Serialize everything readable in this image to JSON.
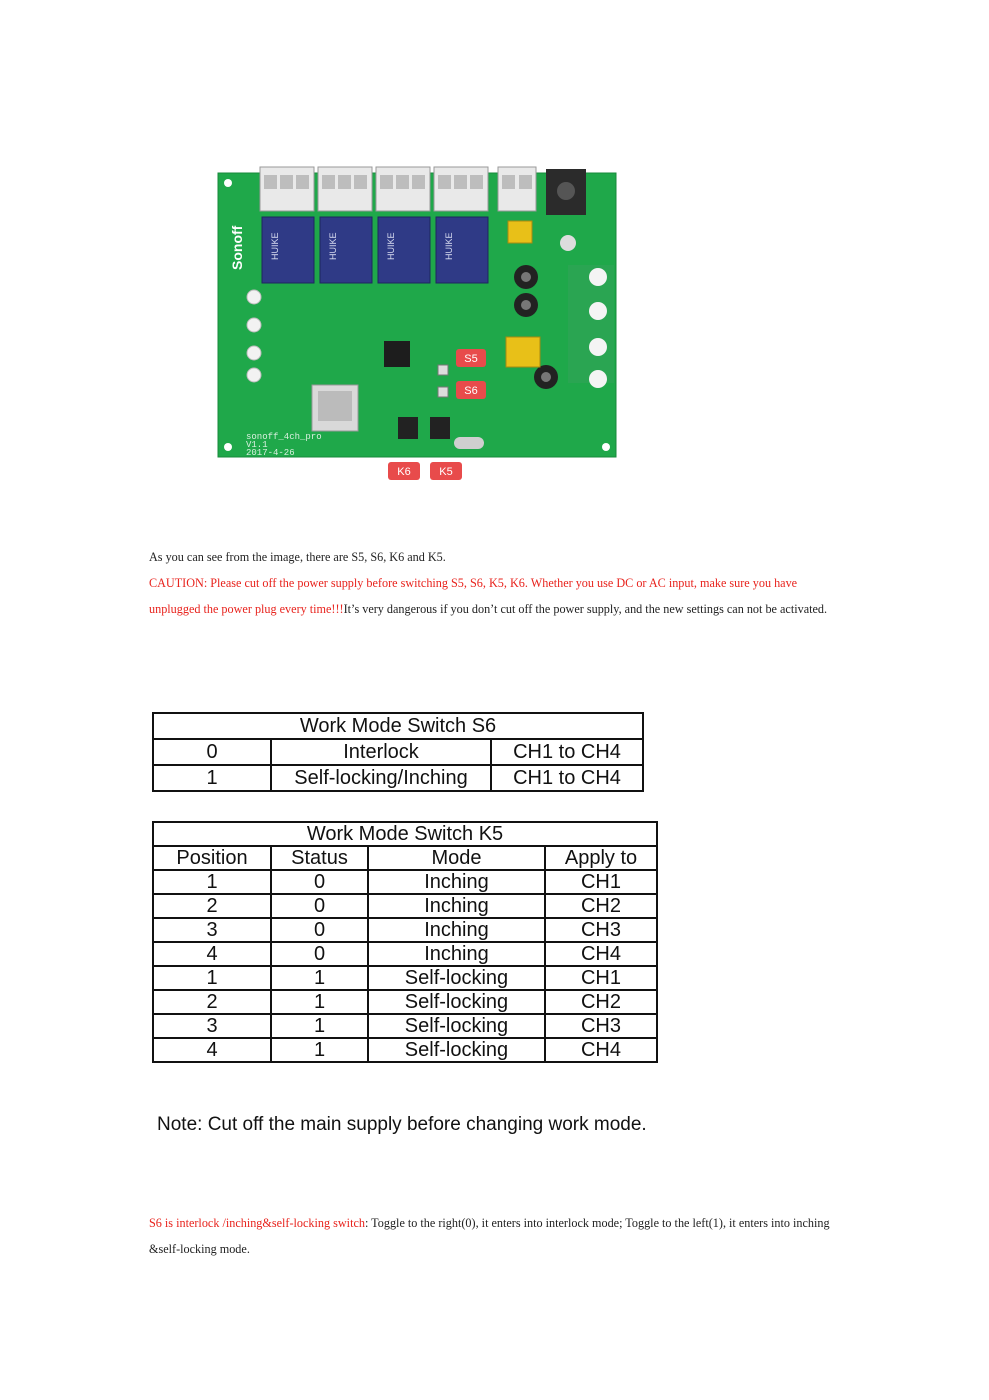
{
  "board": {
    "switch_labels": {
      "s5": "S5",
      "s6": "S6",
      "k6": "K6",
      "k5": "K5"
    },
    "brand": "Sonoff",
    "silkscreen": [
      "sonoff_4ch_pro",
      "V1.1",
      "2017-4-26"
    ],
    "relay_text": "HUIKE",
    "colors": {
      "pcb": "#1fa84a",
      "callout": "#e84b4b",
      "relay": "#2f3a86"
    }
  },
  "paragraph1": "As you can see from the image, there are S5, S6, K6 and K5.",
  "paragraph2": {
    "caution": "CAUTION: Please cut off the power supply before switching S5, S6, K5, K6. Whether you use DC or AC input, make sure you have unplugged the power plug every time!!!",
    "rest": "It’s very dangerous if you don’t cut off the power supply, and the new settings can not be activated."
  },
  "table_s6": {
    "title": "Work Mode Switch S6",
    "rows": [
      [
        "0",
        "Interlock",
        "CH1 to CH4"
      ],
      [
        "1",
        "Self-locking/Inching",
        "CH1 to CH4"
      ]
    ]
  },
  "table_k5": {
    "title": "Work Mode Switch K5",
    "headers": [
      "Position",
      "Status",
      "Mode",
      "Apply to"
    ],
    "rows": [
      [
        "1",
        "0",
        "Inching",
        "CH1"
      ],
      [
        "2",
        "0",
        "Inching",
        "CH2"
      ],
      [
        "3",
        "0",
        "Inching",
        "CH3"
      ],
      [
        "4",
        "0",
        "Inching",
        "CH4"
      ],
      [
        "1",
        "1",
        "Self-locking",
        "CH1"
      ],
      [
        "2",
        "1",
        "Self-locking",
        "CH2"
      ],
      [
        "3",
        "1",
        "Self-locking",
        "CH3"
      ],
      [
        "4",
        "1",
        "Self-locking",
        "CH4"
      ]
    ]
  },
  "note": "Note: Cut off the main supply before changing work mode.",
  "paragraph3": {
    "highlight": "S6 is interlock /inching&self-locking switch",
    "rest": ": Toggle to the right(0), it enters into interlock mode; Toggle to the left(1), it enters into inching &self-locking mode."
  }
}
